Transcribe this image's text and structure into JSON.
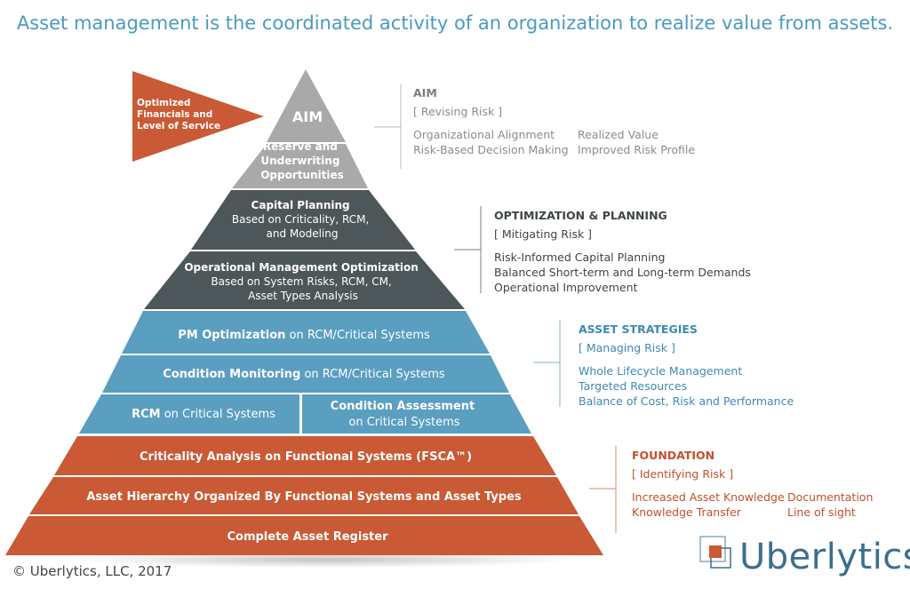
{
  "header": "Asset management is the coordinated activity of an organization to realize value from assets.",
  "colors": {
    "header_blue": "#4a9bbf",
    "grey": "#a9a9a9",
    "dark": "#4d5659",
    "blue": "#5a9ec0",
    "orange": "#c95a35"
  },
  "arrow_text": [
    "Optimized",
    "Financials and",
    "Level of Service"
  ],
  "pyramid": {
    "aim": "AIM",
    "reserve": [
      "Reserve and",
      "Underwriting",
      "Opportunities"
    ],
    "capital": [
      "Capital Planning",
      "Based on Criticality, RCM,",
      "and Modeling"
    ],
    "operational": [
      "Operational Management Optimization",
      "Based on System Risks, RCM, CM,",
      "Asset Types Analysis"
    ],
    "pm": {
      "bold": "PM Optimization",
      "rest": " on RCM/Critical Systems"
    },
    "cm": {
      "bold": "Condition Monitoring",
      "rest": " on RCM/Critical Systems"
    },
    "rcm": {
      "bold": "RCM",
      "rest": " on Critical Systems"
    },
    "ca": [
      "Condition Assessment",
      "on Critical Systems"
    ],
    "fsca": "Criticality Analysis on Functional Systems (FSCA™)",
    "hierarchy": "Asset Hierarchy Organized By Functional Systems and Asset Types",
    "register": "Complete Asset Register"
  },
  "panels": {
    "aim": {
      "title": "AIM",
      "subtitle": "[ Revising Risk ]",
      "items": [
        "Organizational Alignment",
        "Realized Value",
        "Risk-Based Decision Making",
        "Improved Risk Profile"
      ]
    },
    "optimization": {
      "title": "OPTIMIZATION & PLANNING",
      "subtitle": "[ Mitigating Risk ]",
      "items": [
        "Risk-Informed Capital Planning",
        "Balanced Short-term and Long-term Demands",
        "Operational Improvement"
      ]
    },
    "strategies": {
      "title": "ASSET STRATEGIES",
      "subtitle": "[ Managing Risk ]",
      "items": [
        "Whole Lifecycle Management",
        "Targeted Resources",
        "Balance of Cost, Risk and Performance"
      ]
    },
    "foundation": {
      "title": "FOUNDATION",
      "subtitle": "[ Identifying Risk ]",
      "items": [
        "Increased Asset Knowledge",
        "Documentation",
        "Knowledge Transfer",
        "Line of sight"
      ]
    }
  },
  "copyright": "©  Uberlytics, LLC,  2017",
  "logo": {
    "name": "Uberlytics",
    "tm": "™"
  }
}
